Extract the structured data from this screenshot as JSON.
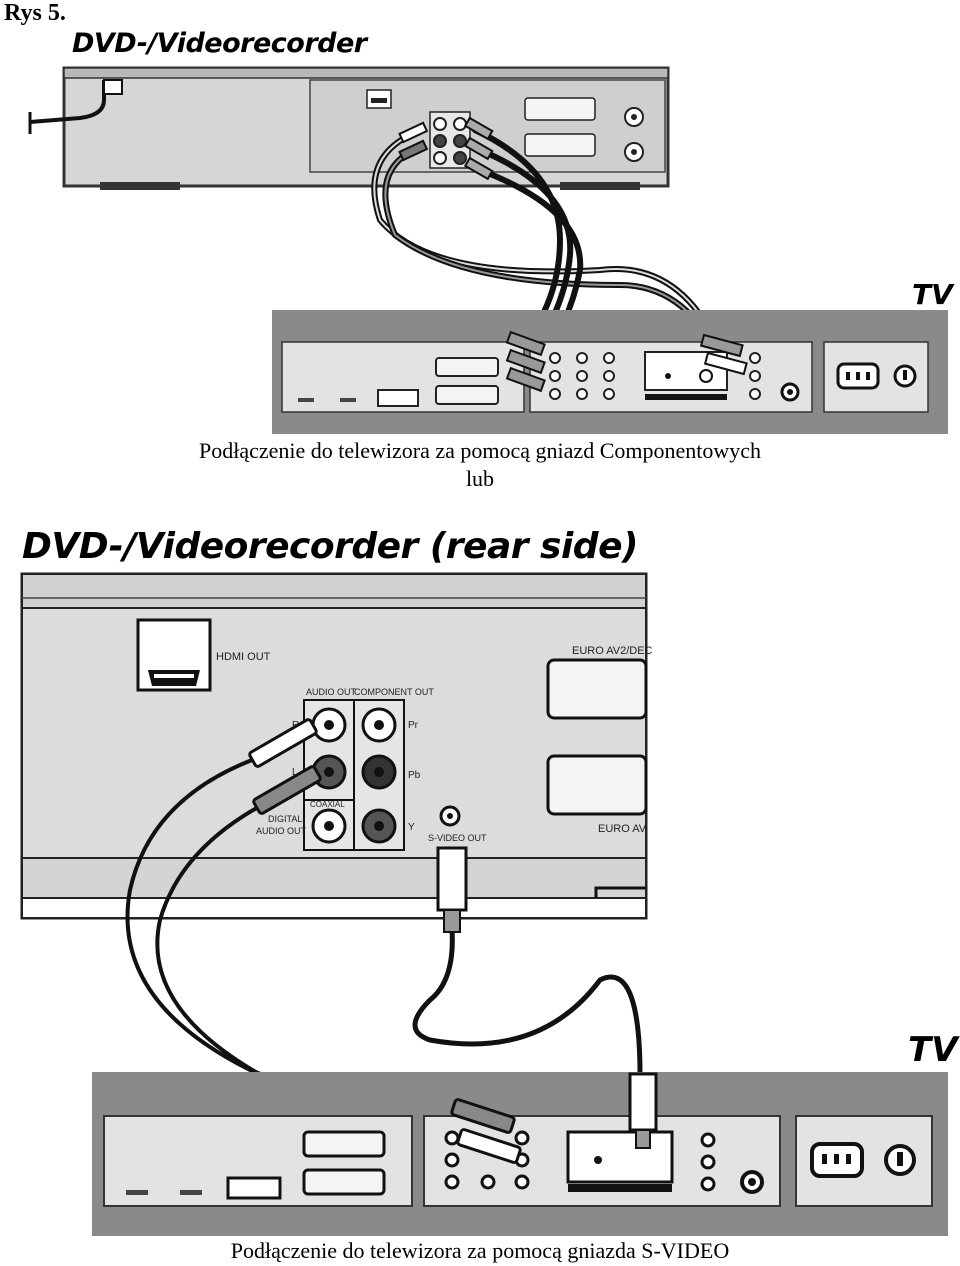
{
  "figure_label": "Rys 5.",
  "top_diagram": {
    "title": "DVD-/Videorecorder",
    "tv_label": "TV",
    "caption_line1": "Podłączenie do telewizora za pomocą gniazd Componentowych",
    "caption_line2": "lub"
  },
  "bottom_diagram": {
    "title": "DVD-/Videorecorder (rear side)",
    "tv_label": "TV",
    "caption": "Podłączenie do telewizora za pomocą gniazda S-VIDEO",
    "labels": {
      "hdmi_out": "HDMI OUT",
      "audio_out": "AUDIO OUT",
      "component_out": "COMPONENT OUT",
      "euro_av2": "EURO AV2/DEC",
      "euro_av1": "EURO AV",
      "coaxial": "COAXIAL",
      "digital": "DIGITAL",
      "audio_out_2": "AUDIO OUT",
      "svideo_out": "S-VIDEO OUT",
      "r": "R",
      "l": "L",
      "pr": "Pr",
      "pb": "Pb",
      "y": "Y"
    }
  }
}
